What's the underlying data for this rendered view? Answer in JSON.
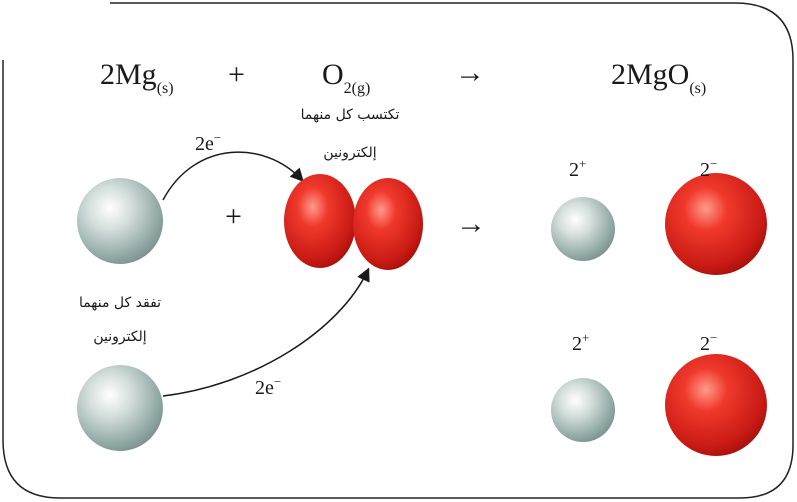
{
  "equation": {
    "reactant1": "2Mg",
    "reactant1_state": "(s)",
    "plus": "+",
    "reactant2": "O",
    "reactant2_sub": "2(g)",
    "arrow": "→",
    "product": "2MgO",
    "product_state": "(s)"
  },
  "labels": {
    "gain_line1": "تكتسب كل منهما",
    "gain_line2": "إلكترونين",
    "lose_line1": "تفقد كل منهما",
    "lose_line2": "إلكترونين",
    "electrons_top": "2e",
    "electrons_bottom": "2e",
    "electron_sign": "−",
    "plus_middle": "+",
    "arrow_middle": "→",
    "cation_charge": "2",
    "cation_sign": "+",
    "anion_charge": "2",
    "anion_sign": "−"
  },
  "colors": {
    "magnesium": "#aebfbd",
    "oxygen": "#e0261e",
    "outline": "#222222"
  }
}
